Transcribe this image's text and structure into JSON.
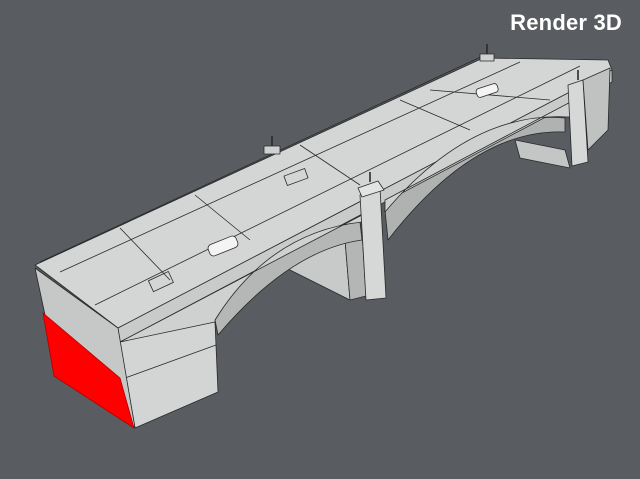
{
  "title": "Render 3D",
  "colors": {
    "background": "#595c60",
    "model": "#d9dada",
    "model_shadow": "#b8baba",
    "highlight_face": "#ff0000",
    "lines": "#2a2a2a"
  },
  "scene": {
    "subject": "bridge-3d-model",
    "selected_face": "left-abutment-end-face"
  }
}
